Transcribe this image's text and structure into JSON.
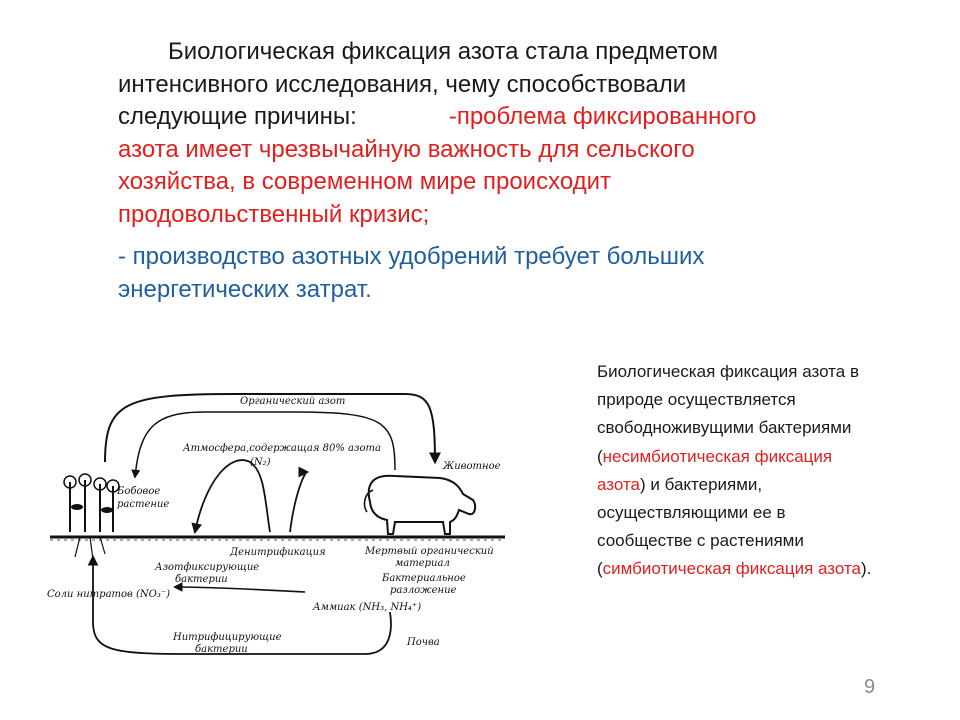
{
  "main": {
    "intro": "Биологическая фиксация азота стала предметом интенсивного исследования, чему способствовали следующие причины:",
    "bullet_dash": "-",
    "bullet1": "проблема фиксированного азота имеет чрезвычайную важность для сельского хозяйства, в современном мире происходит продовольственный кризис;",
    "bullet2": "- производство азотных удобрений требует больших энергетических затрат."
  },
  "side": {
    "part1": "Биологическая фиксация азота в природе осуществляется свободноживущими бактериями (",
    "red1": "несимбиотическая фиксация азота",
    "part2": ") и бактериями, осуществляющими ее в сообществе с растениями (",
    "red2": "симбиотическая фиксация азота",
    "part3": ")."
  },
  "diagram": {
    "organic_nitrogen": "Органический азот",
    "atmosphere_line1": "Атмосфера,содержащая 80% азота",
    "atmosphere_line2": "(N₂)",
    "legume_line1": "Бобовое",
    "legume_line2": "растение",
    "animal": "Животное",
    "denitrification": "Денитрификация",
    "nfix_line1": "Азотфиксирующие",
    "nfix_line2": "бактерии",
    "dead_line1": "Мертвый органический",
    "dead_line2": "материал",
    "decay_line1": "Бактериальное",
    "decay_line2": "разложение",
    "nitrates": "Соли нитратов (NO₃⁻)",
    "ammonia": "Аммиак (NH₃, NH₄⁺)",
    "nitrif_line1": "Нитрифицирующие",
    "nitrif_line2": "бактерии",
    "soil": "Почва"
  },
  "page_number": "9"
}
